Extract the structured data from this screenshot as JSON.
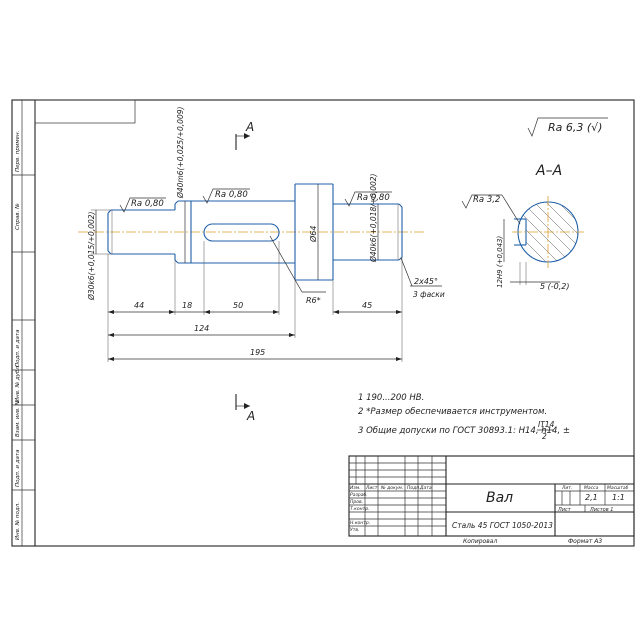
{
  "roughness_general": "Ra 6,3 (√)",
  "section_marker": "A",
  "section_label": "A–A",
  "surface_labels": {
    "left_end": "Ra 0,80",
    "middle": "Ra 0,80",
    "right_end": "Ra 0,80",
    "keyway": "Ra 3,2"
  },
  "diameters": {
    "d1": "Ø30k6(+0,015/+0,002)",
    "d2": "Ø40m6(+0,025/+0,009)",
    "d3": "Ø64",
    "d4": "Ø40k6(+0,018/+0,002)"
  },
  "dims": {
    "l44": "44",
    "l18": "18",
    "l50": "50",
    "l45": "45",
    "l124": "124",
    "l195": "195",
    "radius": "R6*",
    "chamfer": "2x45°",
    "chamfer_note": "3 фаски",
    "keyway_depth": "12H9 (+0,043)",
    "keyway_width": "5 (-0,2)"
  },
  "notes": [
    "1  190...200 HB.",
    "2  *Размер обеспечивается инструментом.",
    "3  Общие допуски по ГОСТ 30893.1: H14, h14, ±"
  ],
  "note_fraction": {
    "num": "IT14",
    "den": "2"
  },
  "title_block": {
    "part_name": "Вал",
    "material": "Сталь 45 ГОСТ 1050-2013",
    "col_lit": "Лит.",
    "col_mass": "Масса",
    "col_scale": "Масштаб",
    "mass": "2,1",
    "scale": "1:1",
    "sheet": "Лист",
    "sheets": "Листов  1",
    "rows": [
      "Изм.",
      "Лист",
      "№ докум.",
      "Подп.",
      "Дата"
    ],
    "left_rows": [
      "Разраб.",
      "Пров.",
      "Т.контр.",
      "Н.контр.",
      "Утв."
    ],
    "copied": "Копировал",
    "format": "Формат  А3"
  },
  "side_strip": [
    "Перв. примен.",
    "Справ. №",
    "Подп. и дата",
    "Инв. № дубл.",
    "Взам. инв. №",
    "Подп. и дата",
    "Инв. № подл."
  ]
}
